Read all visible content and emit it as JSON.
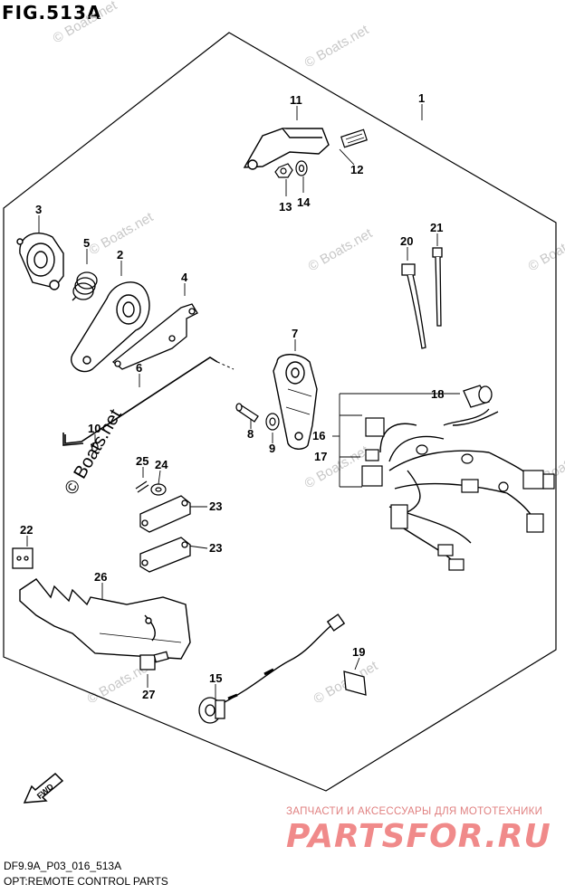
{
  "figure": {
    "title": "FIG.513A",
    "code": "DF9.9A_P03_016_513A",
    "name": "OPT:REMOTE CONTROL PARTS"
  },
  "callouts": [
    {
      "label": "1"
    },
    {
      "label": "2"
    },
    {
      "label": "3"
    },
    {
      "label": "4"
    },
    {
      "label": "5"
    },
    {
      "label": "6"
    },
    {
      "label": "7"
    },
    {
      "label": "8"
    },
    {
      "label": "9"
    },
    {
      "label": "10"
    },
    {
      "label": "11"
    },
    {
      "label": "12"
    },
    {
      "label": "13"
    },
    {
      "label": "14"
    },
    {
      "label": "15"
    },
    {
      "label": "16"
    },
    {
      "label": "17"
    },
    {
      "label": "18"
    },
    {
      "label": "19"
    },
    {
      "label": "20"
    },
    {
      "label": "21"
    },
    {
      "label": "22"
    },
    {
      "label": "23"
    },
    {
      "label": "23"
    },
    {
      "label": "24"
    },
    {
      "label": "25"
    },
    {
      "label": "26"
    },
    {
      "label": "27"
    }
  ],
  "watermark": {
    "text": "© Boats.net"
  },
  "fwd_label": "FWD",
  "brand": {
    "tagline": "ЗАПЧАСТИ И АКСЕССУАРЫ ДЛЯ МОТОТЕХНИКИ",
    "logo": "PARTSFOR.RU"
  }
}
